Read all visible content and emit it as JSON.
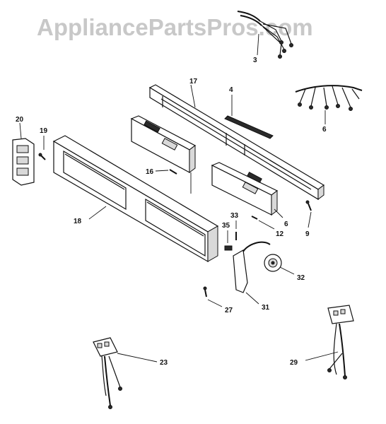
{
  "watermark": "AppliancePartsPros.com",
  "callouts": {
    "p3": "3",
    "p17": "17",
    "p4": "4",
    "p6a": "6",
    "p20": "20",
    "p19": "19",
    "p16": "16",
    "p6b": "6",
    "p12": "12",
    "p9": "9",
    "p18": "18",
    "p33": "33",
    "p35": "35",
    "p32": "32",
    "p27": "27",
    "p31": "31",
    "p23": "23",
    "p29": "29"
  }
}
